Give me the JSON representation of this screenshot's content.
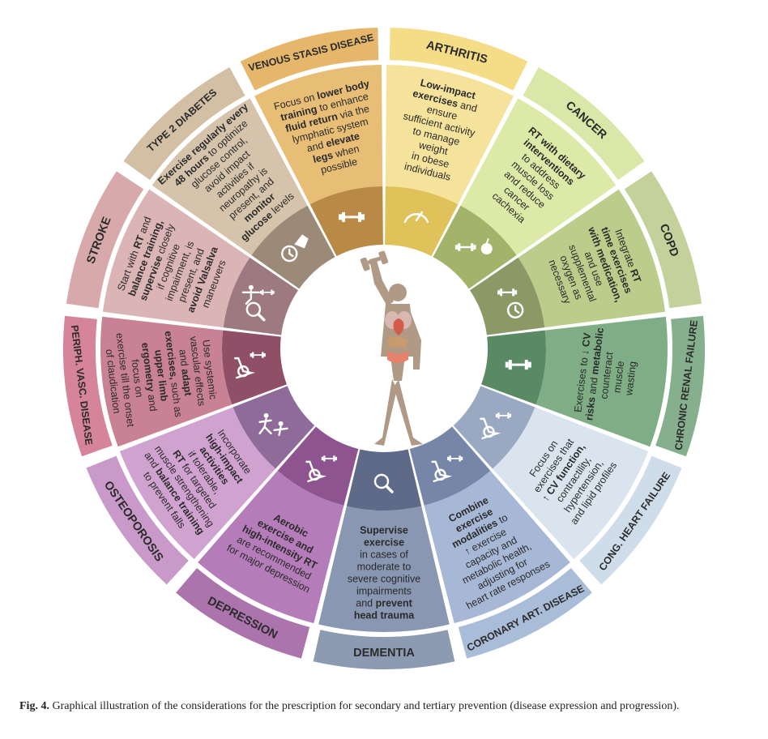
{
  "caption": {
    "label": "Fig. 4.",
    "text": " Graphical illustration of the considerations for the prescription for secondary and tertiary prevention (disease expression and progression)."
  },
  "segments": [
    {
      "id": "arthritis",
      "label": "ARTHRITIS",
      "colors": {
        "band": "#f5dd87",
        "main": "#f6e39b",
        "inner": "#e0c25a"
      },
      "icon": "speedometer-icon",
      "text": [
        [
          [
            "Low-impact",
            true
          ]
        ],
        [
          [
            "exercises",
            true
          ],
          [
            " and",
            false
          ]
        ],
        [
          [
            "ensure",
            false
          ]
        ],
        [
          [
            "sufficient activity",
            false
          ]
        ],
        [
          [
            "to manage",
            false
          ]
        ],
        [
          [
            "weight",
            false
          ]
        ],
        [
          [
            "in obese",
            false
          ]
        ],
        [
          [
            "individuals",
            false
          ]
        ]
      ]
    },
    {
      "id": "cancer",
      "label": "CANCER",
      "colors": {
        "band": "#d9e8a8",
        "main": "#dce9a7",
        "inner": "#a3b36a"
      },
      "icon": "dumbbell-apple-icon",
      "text": [
        [
          [
            "RT with dietary",
            true
          ]
        ],
        [
          [
            "interventions",
            true
          ]
        ],
        [
          [
            "to address",
            false
          ]
        ],
        [
          [
            "muscle loss",
            false
          ]
        ],
        [
          [
            "and reduce",
            false
          ]
        ],
        [
          [
            "cancer",
            false
          ]
        ],
        [
          [
            "cachexia",
            false
          ]
        ]
      ]
    },
    {
      "id": "copd",
      "label": "COPD",
      "colors": {
        "band": "#c4d19a",
        "main": "#bccc8a",
        "inner": "#8c9866"
      },
      "icon": "dumbbell-clock-icon",
      "text": [
        [
          [
            "Integrate ",
            false
          ],
          [
            "RT",
            true
          ]
        ],
        [
          [
            "time exercises",
            true
          ]
        ],
        [
          [
            "with medication,",
            true
          ]
        ],
        [
          [
            "and use",
            false
          ]
        ],
        [
          [
            "supplemental",
            false
          ]
        ],
        [
          [
            "oxygen as",
            false
          ]
        ],
        [
          [
            "necessary",
            false
          ]
        ]
      ]
    },
    {
      "id": "chronic-renal-failure",
      "label": "CHRONIC RENAL FAILURE",
      "colors": {
        "band": "#86b08d",
        "main": "#7fae86",
        "inner": "#5a8a63"
      },
      "icon": "dumbbell-icon",
      "text": [
        [
          [
            "Exercises to ↓ ",
            false
          ],
          [
            "CV",
            true
          ]
        ],
        [
          [
            "risks",
            true
          ],
          [
            " and ",
            false
          ],
          [
            "metabolic",
            true
          ]
        ],
        [
          [
            "counteract",
            false
          ]
        ],
        [
          [
            "muscle",
            false
          ]
        ],
        [
          [
            "wasting",
            false
          ]
        ]
      ]
    },
    {
      "id": "cong-heart-failure",
      "label": "CONG. HEART FAILURE",
      "colors": {
        "band": "#cfdcea",
        "main": "#d9e4ef",
        "inner": "#9aa9c2"
      },
      "icon": "bike-dumbbell-icon",
      "text": [
        [
          [
            "Focus on",
            false
          ]
        ],
        [
          [
            "exercises that",
            false
          ]
        ],
        [
          [
            "↑ ",
            false
          ],
          [
            "CV function,",
            true
          ]
        ],
        [
          [
            "contractility,",
            false
          ]
        ],
        [
          [
            "hypertension,",
            false
          ]
        ],
        [
          [
            "and lipid profiles",
            false
          ]
        ]
      ]
    },
    {
      "id": "coronary-art-disease",
      "label": "CORONARY ART. DISEASE",
      "colors": {
        "band": "#a9bcd8",
        "main": "#a7b8d6",
        "inner": "#7686a8"
      },
      "icon": "bike-dumbbell-icon",
      "text": [
        [
          [
            "Combine",
            true
          ]
        ],
        [
          [
            "exercise",
            true
          ]
        ],
        [
          [
            "modalities",
            true
          ],
          [
            " to",
            false
          ]
        ],
        [
          [
            "↑ exercise",
            false
          ]
        ],
        [
          [
            "capacity and",
            false
          ]
        ],
        [
          [
            "metabolic health,",
            false
          ]
        ],
        [
          [
            "adjusting for",
            false
          ]
        ],
        [
          [
            "heart rate responses",
            false
          ]
        ]
      ]
    },
    {
      "id": "dementia",
      "label": "DEMENTIA",
      "colors": {
        "band": "#8c9ab2",
        "main": "#8997b3",
        "inner": "#5e6a87"
      },
      "icon": "magnifier-icon",
      "text": [
        [
          [
            "Supervise",
            true
          ]
        ],
        [
          [
            "exercise",
            true
          ]
        ],
        [
          [
            "in cases of",
            false
          ]
        ],
        [
          [
            "moderate to",
            false
          ]
        ],
        [
          [
            "severe cognitive",
            false
          ]
        ],
        [
          [
            "impairments",
            false
          ]
        ],
        [
          [
            "and ",
            false
          ],
          [
            "prevent",
            true
          ]
        ],
        [
          [
            "head trauma",
            true
          ]
        ]
      ]
    },
    {
      "id": "depression",
      "label": "DEPRESSION",
      "colors": {
        "band": "#ab74ad",
        "main": "#b47cb8",
        "inner": "#8e5490"
      },
      "icon": "bike-dumbbell-icon",
      "text": [
        [
          [
            "Aerobic",
            true
          ]
        ],
        [
          [
            "exercise and",
            true
          ]
        ],
        [
          [
            "high-intensity RT",
            true
          ]
        ],
        [
          [
            "are recommended",
            false
          ]
        ],
        [
          [
            "for major depression",
            false
          ]
        ]
      ]
    },
    {
      "id": "osteoporosis",
      "label": "OSTEOPOROSIS",
      "colors": {
        "band": "#c99ac9",
        "main": "#cfa2d0",
        "inner": "#8f6b9a"
      },
      "icon": "runner-icon",
      "text": [
        [
          [
            "Incorporate",
            false
          ]
        ],
        [
          [
            "high-impact",
            true
          ]
        ],
        [
          [
            "activities",
            true
          ]
        ],
        [
          [
            "if tolerable,",
            false
          ]
        ],
        [
          [
            "RT",
            true
          ],
          [
            " for targeted",
            false
          ]
        ],
        [
          [
            "muscle strengthening",
            false
          ]
        ],
        [
          [
            "and ",
            false
          ],
          [
            "balance training",
            true
          ]
        ],
        [
          [
            "to prevent falls",
            false
          ]
        ]
      ]
    },
    {
      "id": "periph-vasc-disease",
      "label": "PERIPH. VASC. DISEASE",
      "colors": {
        "band": "#d6849a",
        "main": "#c98295",
        "inner": "#8f5067"
      },
      "icon": "bike-dumbbell-icon",
      "text": [
        [
          [
            "Use systemic",
            false
          ]
        ],
        [
          [
            "vascular effects",
            false
          ]
        ],
        [
          [
            "and ",
            false
          ],
          [
            "adapt",
            true
          ]
        ],
        [
          [
            "exercises,",
            true
          ],
          [
            " such as",
            false
          ]
        ],
        [
          [
            "upper limb",
            true
          ]
        ],
        [
          [
            "ergometry",
            true
          ],
          [
            " and",
            false
          ]
        ],
        [
          [
            "focus on",
            false
          ]
        ],
        [
          [
            "exercise till the onset",
            false
          ]
        ],
        [
          [
            "of claudication",
            false
          ]
        ]
      ]
    },
    {
      "id": "stroke",
      "label": "STROKE",
      "colors": {
        "band": "#d7a9ab",
        "main": "#dbb4b6",
        "inner": "#9c7a7f"
      },
      "icon": "balance-magnifier-icon",
      "text": [
        [
          [
            "Start with ",
            false
          ],
          [
            "RT",
            true
          ],
          [
            " and",
            false
          ]
        ],
        [
          [
            "balance training,",
            true
          ]
        ],
        [
          [
            "supervise",
            true
          ],
          [
            " closely",
            false
          ]
        ],
        [
          [
            "if cognitive",
            false
          ]
        ],
        [
          [
            "impairment, is",
            false
          ]
        ],
        [
          [
            "present, and",
            false
          ]
        ],
        [
          [
            "avoid Valsalva",
            true
          ]
        ],
        [
          [
            "maneuvers",
            false
          ]
        ]
      ]
    },
    {
      "id": "type-2-diabetes",
      "label": "TYPE 2 DIABETES",
      "colors": {
        "band": "#d2bfa4",
        "main": "#d5c4ab",
        "inner": "#9c8a78"
      },
      "icon": "clock-hand-icon",
      "text": [
        [
          [
            "Exercise regularly every",
            true
          ]
        ],
        [
          [
            "48 hours",
            true
          ],
          [
            " to optimize",
            false
          ]
        ],
        [
          [
            "glucose control,",
            false
          ]
        ],
        [
          [
            "avoid impact",
            false
          ]
        ],
        [
          [
            "activities if",
            false
          ]
        ],
        [
          [
            "neuropathy is",
            false
          ]
        ],
        [
          [
            "present, and",
            false
          ]
        ],
        [
          [
            "monitor",
            true
          ]
        ],
        [
          [
            "glucose",
            true
          ],
          [
            " levels",
            false
          ]
        ]
      ]
    },
    {
      "id": "venous-stasis-disease",
      "label": "VENOUS STASIS DISEASE",
      "colors": {
        "band": "#e6b76b",
        "main": "#e8bd75",
        "inner": "#b98a45"
      },
      "icon": "dumbbell-icon",
      "text": [
        [
          [
            "Focus on ",
            false
          ],
          [
            "lower body",
            true
          ]
        ],
        [
          [
            "training",
            true
          ],
          [
            " to enhance",
            false
          ]
        ],
        [
          [
            "fluid return",
            true
          ],
          [
            " via the",
            false
          ]
        ],
        [
          [
            "lymphatic system",
            false
          ]
        ],
        [
          [
            "and ",
            false
          ],
          [
            "elevate",
            true
          ]
        ],
        [
          [
            "legs",
            true
          ],
          [
            " when",
            false
          ]
        ],
        [
          [
            "possible",
            false
          ]
        ]
      ]
    }
  ]
}
